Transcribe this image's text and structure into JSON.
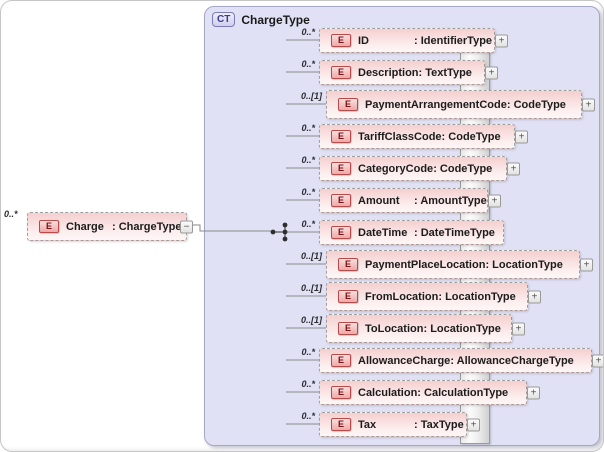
{
  "icons": {
    "element_letter": "E",
    "expand_glyph": "+",
    "collapse_glyph": "−"
  },
  "root_element": {
    "cardinality": "0..*",
    "name": "Charge",
    "type": "ChargeType"
  },
  "connector": {
    "occurrence": "[1]..[1]",
    "compositor": "sequence"
  },
  "complex_type": {
    "badge": "CT",
    "title": "ChargeType",
    "children": [
      {
        "cardinality": "0..*",
        "name": "ID",
        "type": "IdentifierType",
        "expandable": true
      },
      {
        "cardinality": "0..*",
        "name": "Description",
        "type": "TextType",
        "expandable": true
      },
      {
        "cardinality": "0..[1]",
        "name": "PaymentArrangementCode",
        "type": "CodeType",
        "expandable": true
      },
      {
        "cardinality": "0..*",
        "name": "TariffClassCode",
        "type": "CodeType",
        "expandable": true
      },
      {
        "cardinality": "0..*",
        "name": "CategoryCode",
        "type": "CodeType",
        "expandable": true
      },
      {
        "cardinality": "0..*",
        "name": "Amount",
        "type": "AmountType",
        "expandable": true
      },
      {
        "cardinality": "0..*",
        "name": "DateTime",
        "type": "DateTimeType",
        "expandable": false
      },
      {
        "cardinality": "0..[1]",
        "name": "PaymentPlaceLocation",
        "type": "LocationType",
        "expandable": true
      },
      {
        "cardinality": "0..[1]",
        "name": "FromLocation",
        "type": "LocationType",
        "expandable": true
      },
      {
        "cardinality": "0..[1]",
        "name": "ToLocation",
        "type": "LocationType",
        "expandable": true
      },
      {
        "cardinality": "0..*",
        "name": "AllowanceCharge",
        "type": "AllowanceChargeType",
        "expandable": true
      },
      {
        "cardinality": "0..*",
        "name": "Calculation",
        "type": "CalculationType",
        "expandable": true
      },
      {
        "cardinality": "0..*",
        "name": "Tax",
        "type": "TaxType",
        "expandable": true
      }
    ]
  },
  "colors": {
    "element_fill_top": "#f5cfcf",
    "container_fill": "#e0e1f5",
    "element_icon_border": "#b94a48",
    "element_icon_text": "#7a1212",
    "connector_line": "#8a8a8a"
  }
}
